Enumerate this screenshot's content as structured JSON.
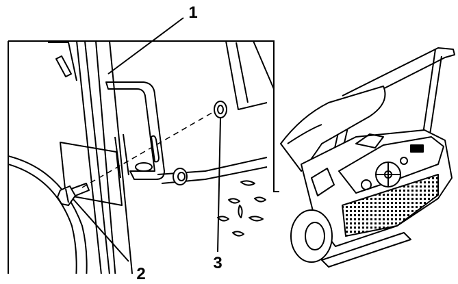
{
  "diagram": {
    "callouts": [
      {
        "id": "1",
        "label": "1"
      },
      {
        "id": "2",
        "label": "2"
      },
      {
        "id": "3",
        "label": "3"
      }
    ],
    "colors": {
      "line": "#000000",
      "paper": "#ffffff",
      "hidden_path": "#888888"
    }
  }
}
